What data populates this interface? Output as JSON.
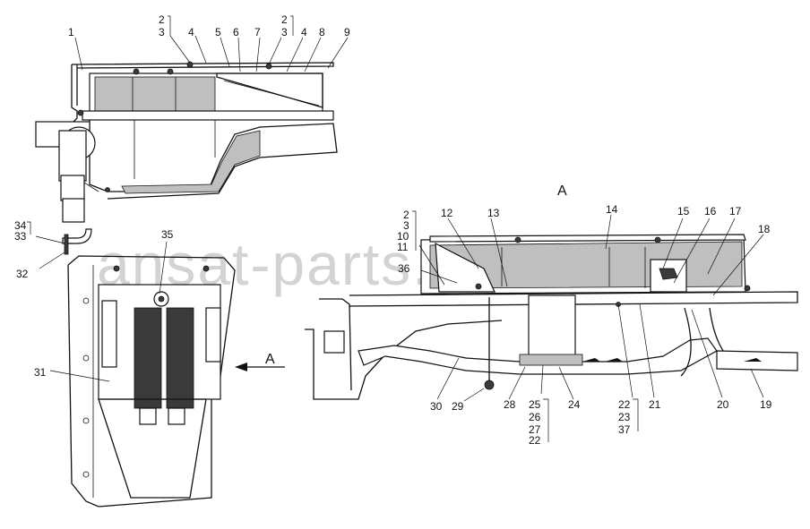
{
  "watermark": "ansat-parts.ru",
  "corner_logo": "",
  "view_label": "A",
  "view_arrow_label": "A",
  "callouts": [
    {
      "id": "c1",
      "text": "1"
    },
    {
      "id": "c2a",
      "text": "2"
    },
    {
      "id": "c3a",
      "text": "3"
    },
    {
      "id": "c4a",
      "text": "4"
    },
    {
      "id": "c5",
      "text": "5"
    },
    {
      "id": "c6",
      "text": "6"
    },
    {
      "id": "c7",
      "text": "7"
    },
    {
      "id": "c2b",
      "text": "2"
    },
    {
      "id": "c3b",
      "text": "3"
    },
    {
      "id": "c4b",
      "text": "4"
    },
    {
      "id": "c8",
      "text": "8"
    },
    {
      "id": "c9",
      "text": "9"
    },
    {
      "id": "c34",
      "text": "34"
    },
    {
      "id": "c33",
      "text": "33"
    },
    {
      "id": "c32",
      "text": "32"
    },
    {
      "id": "c35",
      "text": "35"
    },
    {
      "id": "c31",
      "text": "31"
    },
    {
      "id": "c2c",
      "text": "2"
    },
    {
      "id": "c3c",
      "text": "3"
    },
    {
      "id": "c10",
      "text": "10"
    },
    {
      "id": "c11",
      "text": "11"
    },
    {
      "id": "c12",
      "text": "12"
    },
    {
      "id": "c13",
      "text": "13"
    },
    {
      "id": "c14",
      "text": "14"
    },
    {
      "id": "c15",
      "text": "15"
    },
    {
      "id": "c16",
      "text": "16"
    },
    {
      "id": "c17",
      "text": "17"
    },
    {
      "id": "c18",
      "text": "18"
    },
    {
      "id": "c36",
      "text": "36"
    },
    {
      "id": "c30",
      "text": "30"
    },
    {
      "id": "c29",
      "text": "29"
    },
    {
      "id": "c28",
      "text": "28"
    },
    {
      "id": "c25",
      "text": "25"
    },
    {
      "id": "c26",
      "text": "26"
    },
    {
      "id": "c27",
      "text": "27"
    },
    {
      "id": "c22a",
      "text": "22"
    },
    {
      "id": "c24",
      "text": "24"
    },
    {
      "id": "c22b",
      "text": "22"
    },
    {
      "id": "c23",
      "text": "23"
    },
    {
      "id": "c37",
      "text": "37"
    },
    {
      "id": "c21",
      "text": "21"
    },
    {
      "id": "c20",
      "text": "20"
    },
    {
      "id": "c19",
      "text": "19"
    }
  ]
}
